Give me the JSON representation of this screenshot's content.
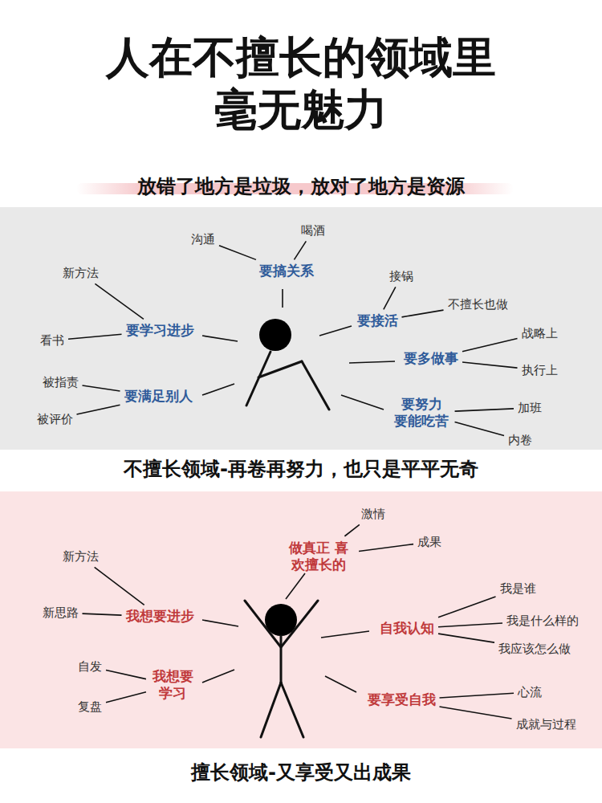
{
  "diagram": {
    "title": "人在不擅长的领域里 毫无魅力",
    "nodes": [
      {
        "text": [
          "不擅长领域-再卷再努力，也只是平平无奇"
        ]
      },
      {
        "text": [
          "要搞关系"
        ],
        "in": 0
      },
      {
        "text": [
          "沟通"
        ],
        "in": 0
      },
      {
        "text": [
          "喝酒"
        ],
        "in": 0
      },
      {
        "text": [
          "要学习进步"
        ],
        "in": 0
      },
      {
        "text": [
          "新方法"
        ],
        "in": 0
      },
      {
        "text": [
          "看书"
        ],
        "in": 0
      },
      {
        "text": [
          "要接活"
        ],
        "in": 0
      },
      {
        "text": [
          "接锅"
        ],
        "in": 0
      },
      {
        "text": [
          "不擅长也做"
        ],
        "in": 0
      },
      {
        "text": [
          "要多做事"
        ],
        "in": 0
      },
      {
        "text": [
          "战略上"
        ],
        "in": 0
      },
      {
        "text": [
          "执行上"
        ],
        "in": 0
      },
      {
        "text": [
          "要满足别人"
        ],
        "in": 0
      },
      {
        "text": [
          "被指责"
        ],
        "in": 0
      },
      {
        "text": [
          "被评价"
        ],
        "in": 0
      },
      {
        "text": [
          "要努力 要能吃苦"
        ],
        "in": 0
      },
      {
        "text": [
          "加班"
        ],
        "in": 0
      },
      {
        "text": [
          "内卷"
        ],
        "in": 0
      },
      {
        "text": [
          "擅长领域-又享受又出成果"
        ]
      },
      {
        "text": [
          "做真正 喜欢擅长的"
        ],
        "in": 19
      },
      {
        "text": [
          "激情"
        ],
        "in": 19
      },
      {
        "text": [
          "成果"
        ],
        "in": 19
      },
      {
        "text": [
          "我想要进步"
        ],
        "in": 19
      },
      {
        "text": [
          "新方法"
        ],
        "in": 19
      },
      {
        "text": [
          "新思路"
        ],
        "in": 19
      },
      {
        "text": [
          "自我认知"
        ],
        "in": 19
      },
      {
        "text": [
          "我是谁"
        ],
        "in": 19
      },
      {
        "text": [
          "我是什么样的"
        ],
        "in": 19
      },
      {
        "text": [
          "我应该怎么做"
        ],
        "in": 19
      },
      {
        "text": [
          "我想要 学习"
        ],
        "in": 19
      },
      {
        "text": [
          "自发"
        ],
        "in": 19
      },
      {
        "text": [
          "复盘"
        ],
        "in": 19
      },
      {
        "text": [
          "要享受自我"
        ],
        "in": 19
      },
      {
        "text": [
          "心流"
        ],
        "in": 19
      },
      {
        "text": [
          "成就与过程"
        ],
        "in": 19
      }
    ],
    "edges": [
      {
        "from": 1,
        "to": 2,
        "arrow": "none"
      },
      {
        "from": 1,
        "to": 3,
        "arrow": "none"
      },
      {
        "from": 4,
        "to": 5,
        "arrow": "none"
      },
      {
        "from": 4,
        "to": 6,
        "arrow": "none"
      },
      {
        "from": 7,
        "to": 8,
        "arrow": "none"
      },
      {
        "from": 7,
        "to": 9,
        "arrow": "none"
      },
      {
        "from": 10,
        "to": 11,
        "arrow": "none"
      },
      {
        "from": 10,
        "to": 12,
        "arrow": "none"
      },
      {
        "from": 13,
        "to": 14,
        "arrow": "none"
      },
      {
        "from": 13,
        "to": 15,
        "arrow": "none"
      },
      {
        "from": 16,
        "to": 17,
        "arrow": "none"
      },
      {
        "from": 16,
        "to": 18,
        "arrow": "none"
      },
      {
        "from": 20,
        "to": 21,
        "arrow": "none"
      },
      {
        "from": 20,
        "to": 22,
        "arrow": "none"
      },
      {
        "from": 23,
        "to": 24,
        "arrow": "none"
      },
      {
        "from": 23,
        "to": 25,
        "arrow": "none"
      },
      {
        "from": 26,
        "to": 27,
        "arrow": "none"
      },
      {
        "from": 26,
        "to": 28,
        "arrow": "none"
      },
      {
        "from": 26,
        "to": 29,
        "arrow": "none"
      },
      {
        "from": 30,
        "to": 31,
        "arrow": "none"
      },
      {
        "from": 30,
        "to": 32,
        "arrow": "none"
      },
      {
        "from": 33,
        "to": 34,
        "arrow": "none"
      },
      {
        "from": 33,
        "to": 35,
        "arrow": "none"
      }
    ],
    "labels": [
      "放错了地方是垃圾，放对了地方是资源"
    ]
  }
}
